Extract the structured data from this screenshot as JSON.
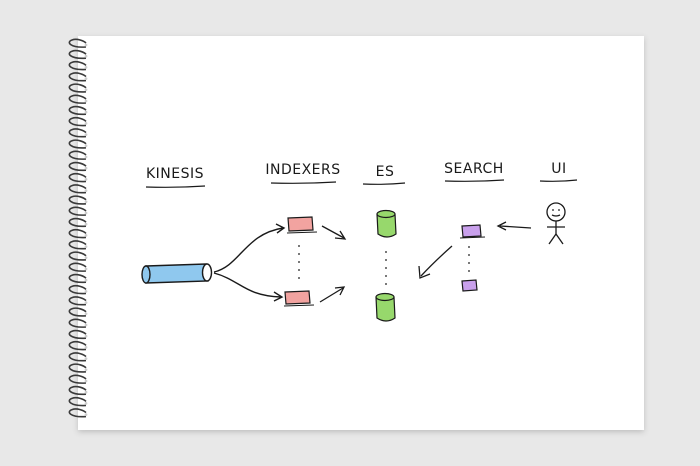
{
  "diagram": {
    "labels": {
      "kinesis": "KINESIS",
      "indexers": "INDEXERS",
      "es": "ES",
      "search": "SEARCH",
      "ui": "UI"
    },
    "colors": {
      "page_background": "#e8e8e8",
      "paper": "#ffffff",
      "ring": "#3a3a3a",
      "ink": "#1a1a1a",
      "kinesis_stream": "#8fc8ee",
      "indexer_box": "#f2a3a0",
      "es_cylinder": "#97d86c",
      "search_box": "#c9a0ec"
    },
    "icons": [
      "stick-figure-icon",
      "pipe-icon",
      "cylinder-icon"
    ]
  }
}
